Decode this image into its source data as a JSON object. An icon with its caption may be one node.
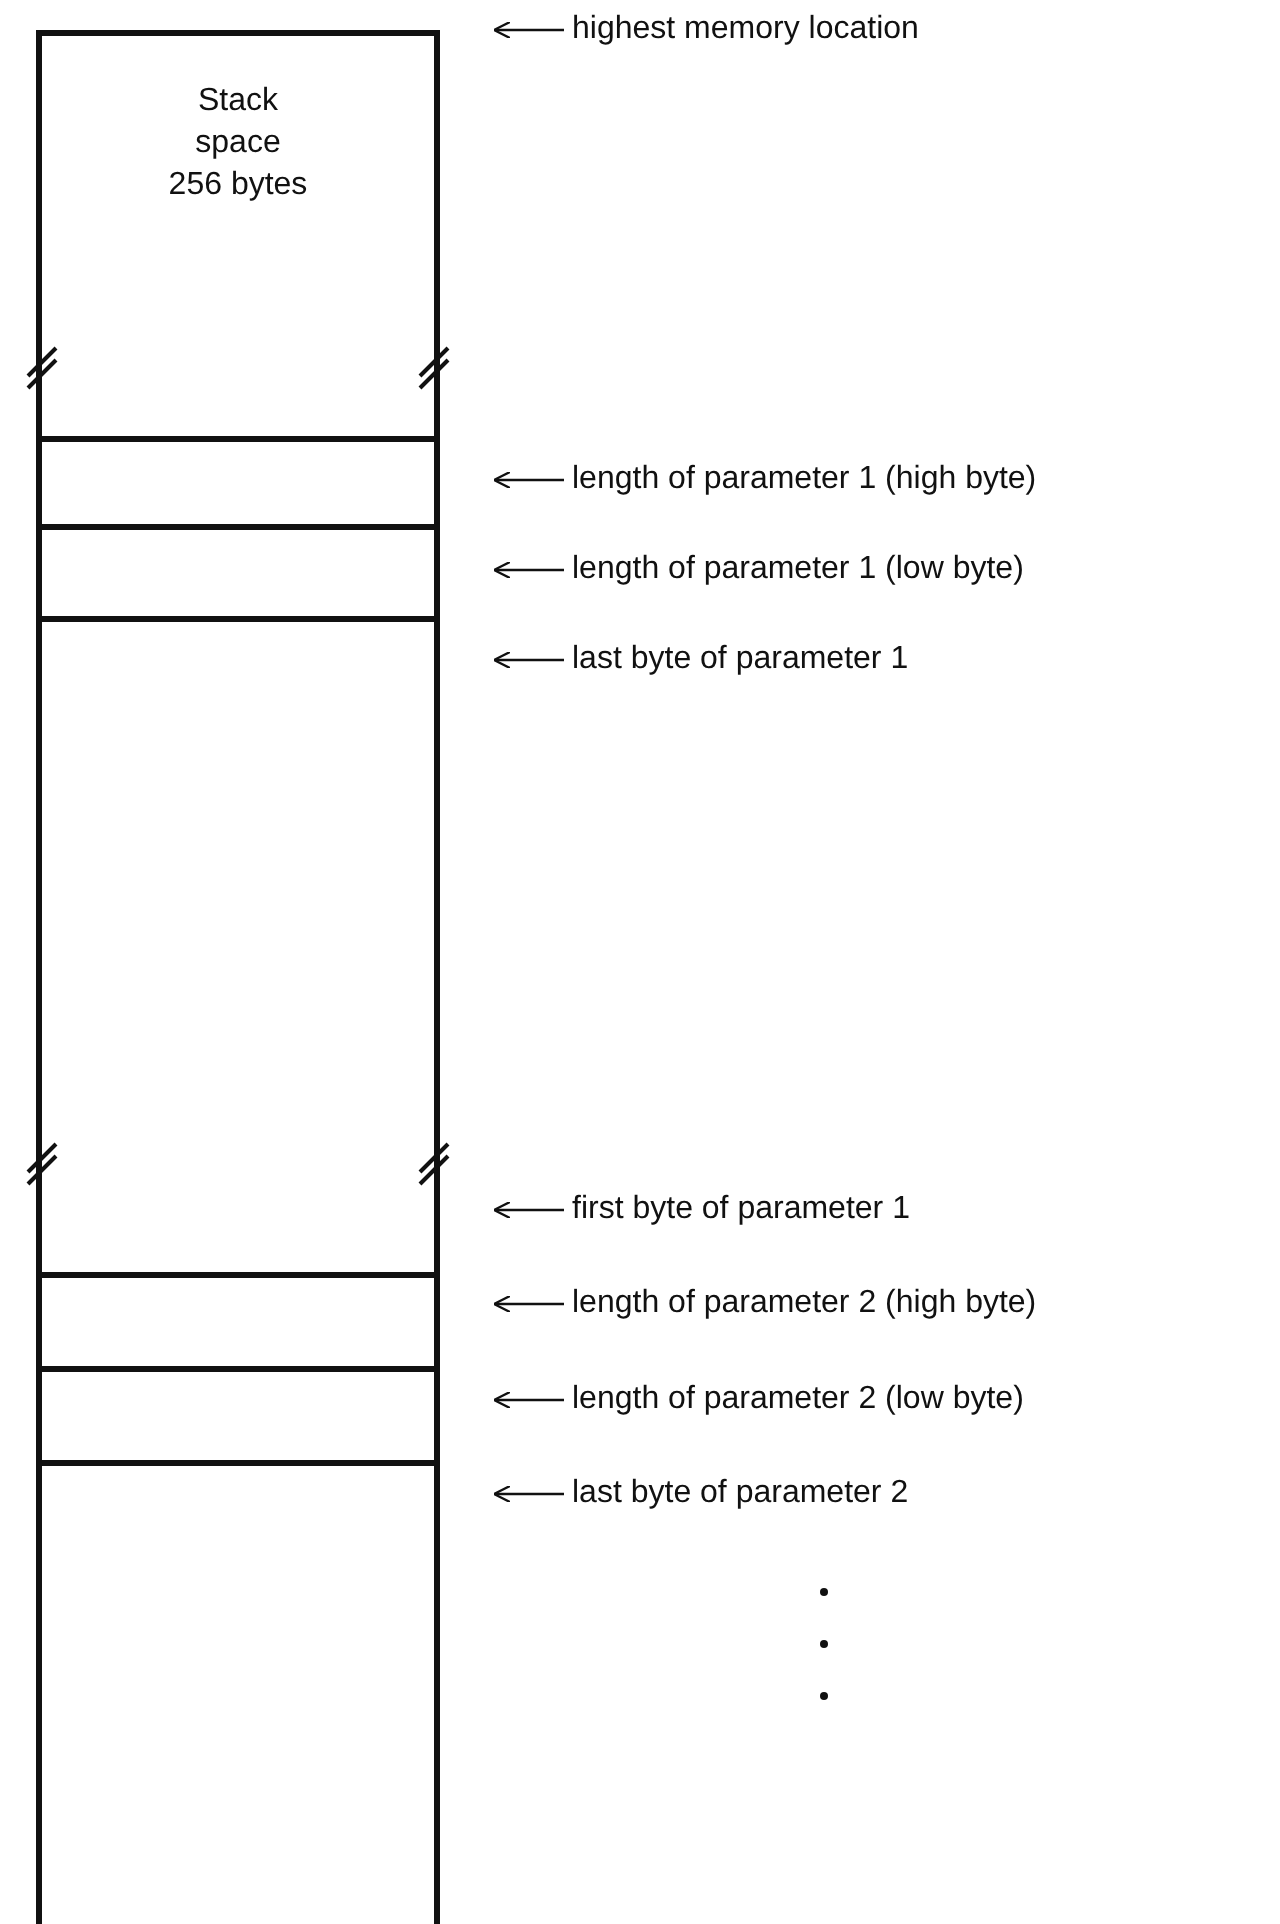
{
  "diagram": {
    "nodes": [
      {
        "text": [
          "Stack space 256 bytes"
        ]
      },
      {
        "text": [],
        "shape": "box"
      },
      {
        "text": [],
        "shape": "box"
      },
      {
        "text": [],
        "shape": "box"
      },
      {
        "text": [],
        "shape": "box"
      },
      {
        "text": [],
        "shape": "box"
      },
      {
        "text": [],
        "shape": "box"
      },
      {
        "text": [
          "highest memory location"
        ]
      },
      {
        "text": [
          "length of parameter 1 (high byte)"
        ]
      },
      {
        "text": [
          "length of parameter 1 (low byte)"
        ]
      },
      {
        "text": [
          "last byte of parameter 1"
        ]
      },
      {
        "text": [
          "first byte of parameter 1"
        ]
      },
      {
        "text": [
          "length of parameter 2 (high byte)"
        ]
      },
      {
        "text": [
          "length of parameter 2 (low byte)"
        ]
      },
      {
        "text": [
          "last byte of parameter 2"
        ]
      }
    ],
    "edges": [
      {
        "from": 7,
        "to": null,
        "arrow": "to"
      },
      {
        "from": 8,
        "to": null,
        "arrow": "to"
      },
      {
        "from": 9,
        "to": null,
        "arrow": "to"
      },
      {
        "from": 10,
        "to": null,
        "arrow": "to"
      },
      {
        "from": 11,
        "to": null,
        "arrow": "to"
      },
      {
        "from": 12,
        "to": null,
        "arrow": "to"
      },
      {
        "from": 13,
        "to": null,
        "arrow": "to"
      },
      {
        "from": 14,
        "to": null,
        "arrow": "to"
      }
    ]
  }
}
